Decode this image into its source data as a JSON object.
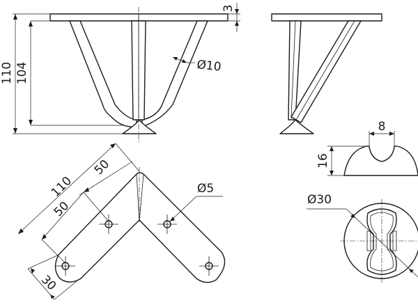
{
  "dimensions": {
    "plate_thickness": "3",
    "total_height": "110",
    "leg_height": "104",
    "rod_diameter": "Ø10",
    "slot_width": "8",
    "foot_height": "16",
    "foot_diameter": "Ø30",
    "plate_length": "110",
    "arm_offset_upper": "50",
    "arm_offset_lower": "50",
    "arm_width": "30",
    "hole_diameter": "Ø5"
  }
}
